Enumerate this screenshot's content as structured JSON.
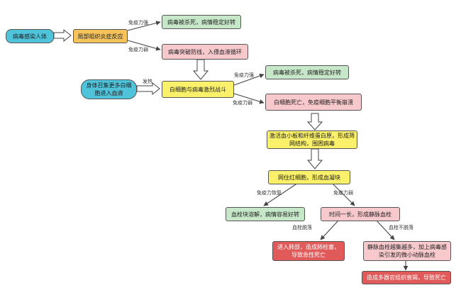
{
  "colors": {
    "blue": "#4fc3d9",
    "orange": "#f5c35a",
    "yellow": "#fbf06a",
    "green": "#c6e8c8",
    "pink": "#f7c8cc",
    "red": "#e05a5a",
    "line": "#444444"
  },
  "nodes": {
    "infection": "病毒感染人体",
    "local_inflammation": "局部组织炎症反应",
    "killed_1": "病毒被杀死，病情稳定好转",
    "breakthrough": "病毒突破防线，入侵血液循环",
    "summon_wbc": "身体召集更多白细胞进入血液",
    "wbc_battle": "白细胞与病毒激烈战斗",
    "killed_2": "病毒被杀死，病情稳定好转",
    "wbc_death": "白细胞死亡，免疫细胞平衡崩溃",
    "platelet": "激活血小板和纤维蛋白原，形成筛网结构，围困病毒",
    "rbc_clot": "网住红细胞，形成血凝块",
    "clot_dissolve": "血栓块溶解，病情容易好转",
    "venous_thrombus": "时间一长，形成静脉血栓",
    "lung_embolism": "进入肺部，造成肺栓塞，导致急性死亡",
    "microthrombus": "静脉血栓越集越多，加上病毒感染引发的微小动脉血栓",
    "organ_failure": "造成多器官组织衰竭，导致死亡"
  },
  "labels": {
    "immune_strong_1": "免疫力强",
    "immune_weak_1": "免疫力弱",
    "fever": "发热",
    "immune_strong_2": "免疫力强",
    "immune_weak_2": "免疫力弱",
    "immune_recover": "免疫力恢复",
    "immune_weak_3": "免疫力弱",
    "clot_detach": "血栓脱落",
    "clot_no_detach": "血栓不脱落"
  }
}
